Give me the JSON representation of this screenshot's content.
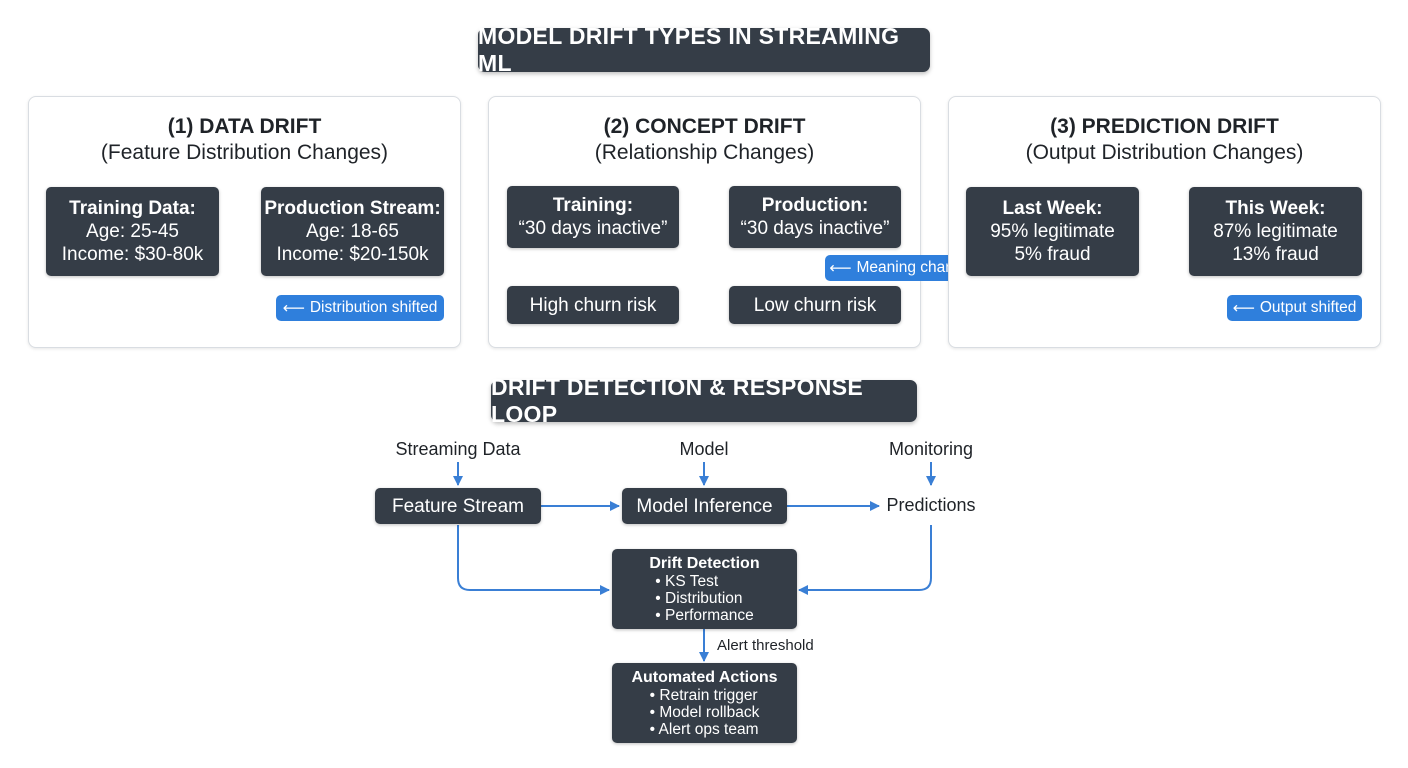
{
  "header": {
    "title": "MODEL DRIFT TYPES IN STREAMING ML"
  },
  "panels": [
    {
      "title": "(1) DATA DRIFT",
      "subtitle": "(Feature Distribution Changes)",
      "left_box": {
        "title": "Training Data:",
        "lines": [
          "Age: 25-45",
          "Income: $30-80k"
        ]
      },
      "right_box": {
        "title": "Production Stream:",
        "lines": [
          "Age: 18-65",
          "Income: $20-150k"
        ]
      },
      "tag": "Distribution shifted"
    },
    {
      "title": "(2) CONCEPT DRIFT",
      "subtitle": "(Relationship Changes)",
      "left_box": {
        "title": "Training:",
        "lines": [
          "“30 days inactive”"
        ]
      },
      "right_box": {
        "title": "Production:",
        "lines": [
          "“30 days inactive”"
        ]
      },
      "left_result": "High churn risk",
      "right_result": "Low churn risk",
      "tag": "Meaning changed"
    },
    {
      "title": "(3) PREDICTION DRIFT",
      "subtitle": "(Output Distribution Changes)",
      "left_box": {
        "title": "Last Week:",
        "lines": [
          "95% legitimate",
          "5% fraud"
        ]
      },
      "right_box": {
        "title": "This Week:",
        "lines": [
          "87% legitimate",
          "13% fraud"
        ]
      },
      "tag": "Output shifted"
    }
  ],
  "loop": {
    "title": "DRIFT DETECTION & RESPONSE LOOP",
    "inputs": [
      "Streaming Data",
      "Model",
      "Monitoring"
    ],
    "feature_stream": "Feature Stream",
    "model_inference": "Model Inference",
    "predictions": "Predictions",
    "detection": {
      "title": "Drift Detection",
      "items": [
        "KS Test",
        "Distribution",
        "Performance"
      ]
    },
    "alert_label": "Alert threshold",
    "actions": {
      "title": "Automated Actions",
      "items": [
        "Retrain trigger",
        "Model rollback",
        "Alert ops team"
      ]
    }
  },
  "colors": {
    "dark_box": "#353d47",
    "accent_blue": "#2f7fdc",
    "arrow_blue": "#3a7fd5"
  },
  "icons": {
    "tag_arrow": "left-arrow-icon",
    "bullet": "bullet-icon"
  }
}
